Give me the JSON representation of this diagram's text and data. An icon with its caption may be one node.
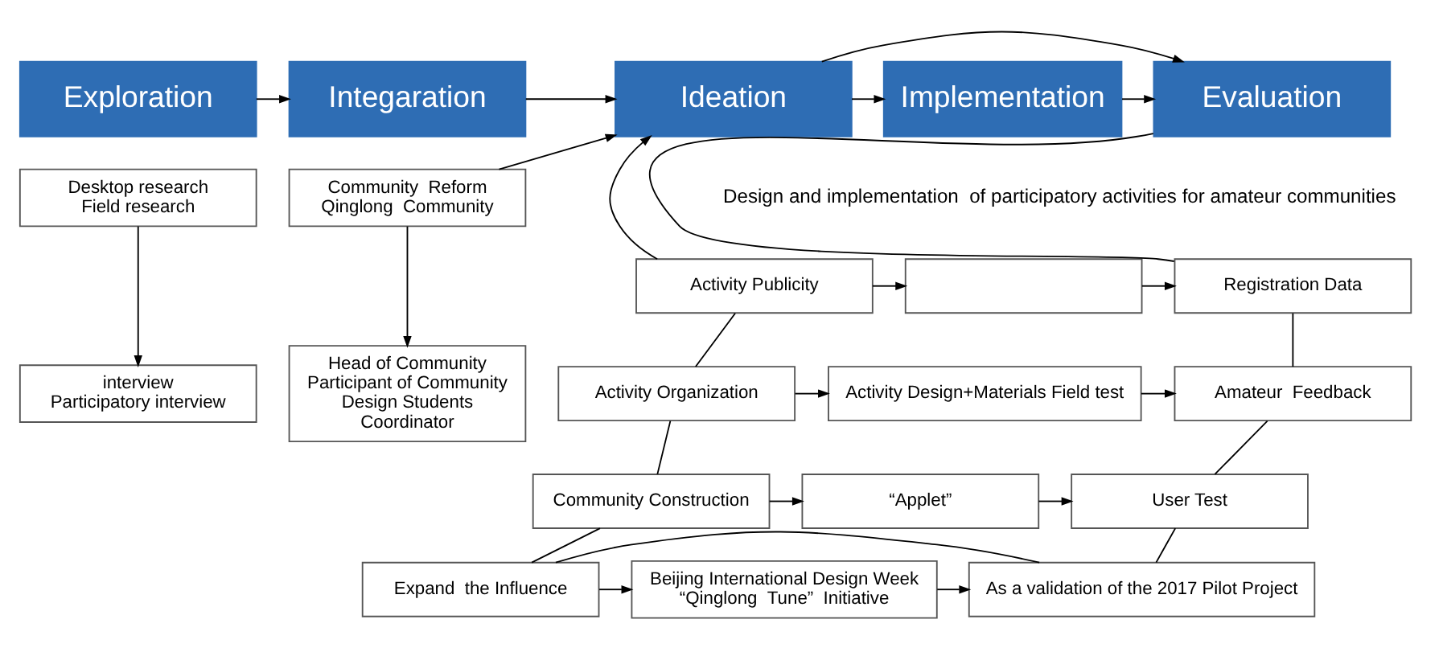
{
  "diagram": {
    "nodes": [
      {
        "text": [
          "Exploration"
        ]
      },
      {
        "text": [
          "Integaration"
        ]
      },
      {
        "text": [
          "Ideation"
        ]
      },
      {
        "text": [
          "Implementation"
        ]
      },
      {
        "text": [
          "Evaluation"
        ]
      },
      {
        "text": [
          "Desktop research",
          "Field research"
        ]
      },
      {
        "text": [
          "Community  Reform",
          "Qinglong  Community"
        ]
      },
      {
        "text": [
          "interview",
          "Participatory interview"
        ]
      },
      {
        "text": [
          "Head of Community",
          "Participant of Community",
          "Design Students",
          "Coordinator"
        ]
      },
      {
        "text": [
          "Activity Publicity"
        ]
      },
      {
        "text": [],
        "shape": "box"
      },
      {
        "text": [
          "Registration Data"
        ]
      },
      {
        "text": [
          "Activity Organization"
        ]
      },
      {
        "text": [
          "Activity Design+Materials Field test"
        ]
      },
      {
        "text": [
          "Amateur  Feedback"
        ]
      },
      {
        "text": [
          "Community Construction"
        ]
      },
      {
        "text": [
          "“Applet”"
        ]
      },
      {
        "text": [
          "User Test"
        ]
      },
      {
        "text": [
          "Expand  the Influence"
        ]
      },
      {
        "text": [
          "Beijing International Design Week",
          "“Qinglong  Tune”  Initiative"
        ]
      },
      {
        "text": [
          "As a validation of the 2017 Pilot Project"
        ]
      }
    ],
    "edges": [
      {
        "from": 0,
        "to": 1,
        "arrow": "to"
      },
      {
        "from": 1,
        "to": 2,
        "arrow": "to"
      },
      {
        "from": 2,
        "to": 3,
        "arrow": "to"
      },
      {
        "from": 3,
        "to": 4,
        "arrow": "to"
      },
      {
        "from": 2,
        "to": 4,
        "arrow": "to"
      },
      {
        "from": 5,
        "to": 7,
        "arrow": "to"
      },
      {
        "from": 6,
        "to": 8,
        "arrow": "to"
      },
      {
        "from": 6,
        "to": 2,
        "arrow": "to"
      },
      {
        "from": 9,
        "to": 2,
        "arrow": "to"
      },
      {
        "from": 9,
        "to": 10,
        "arrow": "to"
      },
      {
        "from": 10,
        "to": 11,
        "arrow": "to"
      },
      {
        "from": 12,
        "to": 13,
        "arrow": "to"
      },
      {
        "from": 13,
        "to": 14,
        "arrow": "to"
      },
      {
        "from": 15,
        "to": 16,
        "arrow": "to"
      },
      {
        "from": 16,
        "to": 17,
        "arrow": "to"
      },
      {
        "from": 18,
        "to": 19,
        "arrow": "to"
      },
      {
        "from": 19,
        "to": 20,
        "arrow": "to"
      },
      {
        "from": 9,
        "to": 12,
        "arrow": "none"
      },
      {
        "from": 12,
        "to": 15,
        "arrow": "none"
      },
      {
        "from": 15,
        "to": 18,
        "arrow": "none"
      },
      {
        "from": 18,
        "to": 20,
        "arrow": "none"
      },
      {
        "from": 11,
        "to": 14,
        "arrow": "none"
      },
      {
        "from": 14,
        "to": 17,
        "arrow": "none"
      },
      {
        "from": 17,
        "to": 20,
        "arrow": "none"
      },
      {
        "from": 11,
        "to": 4,
        "arrow": "none"
      }
    ],
    "labels": [
      "Design and implementation  of participatory activities for amateur communities"
    ]
  }
}
